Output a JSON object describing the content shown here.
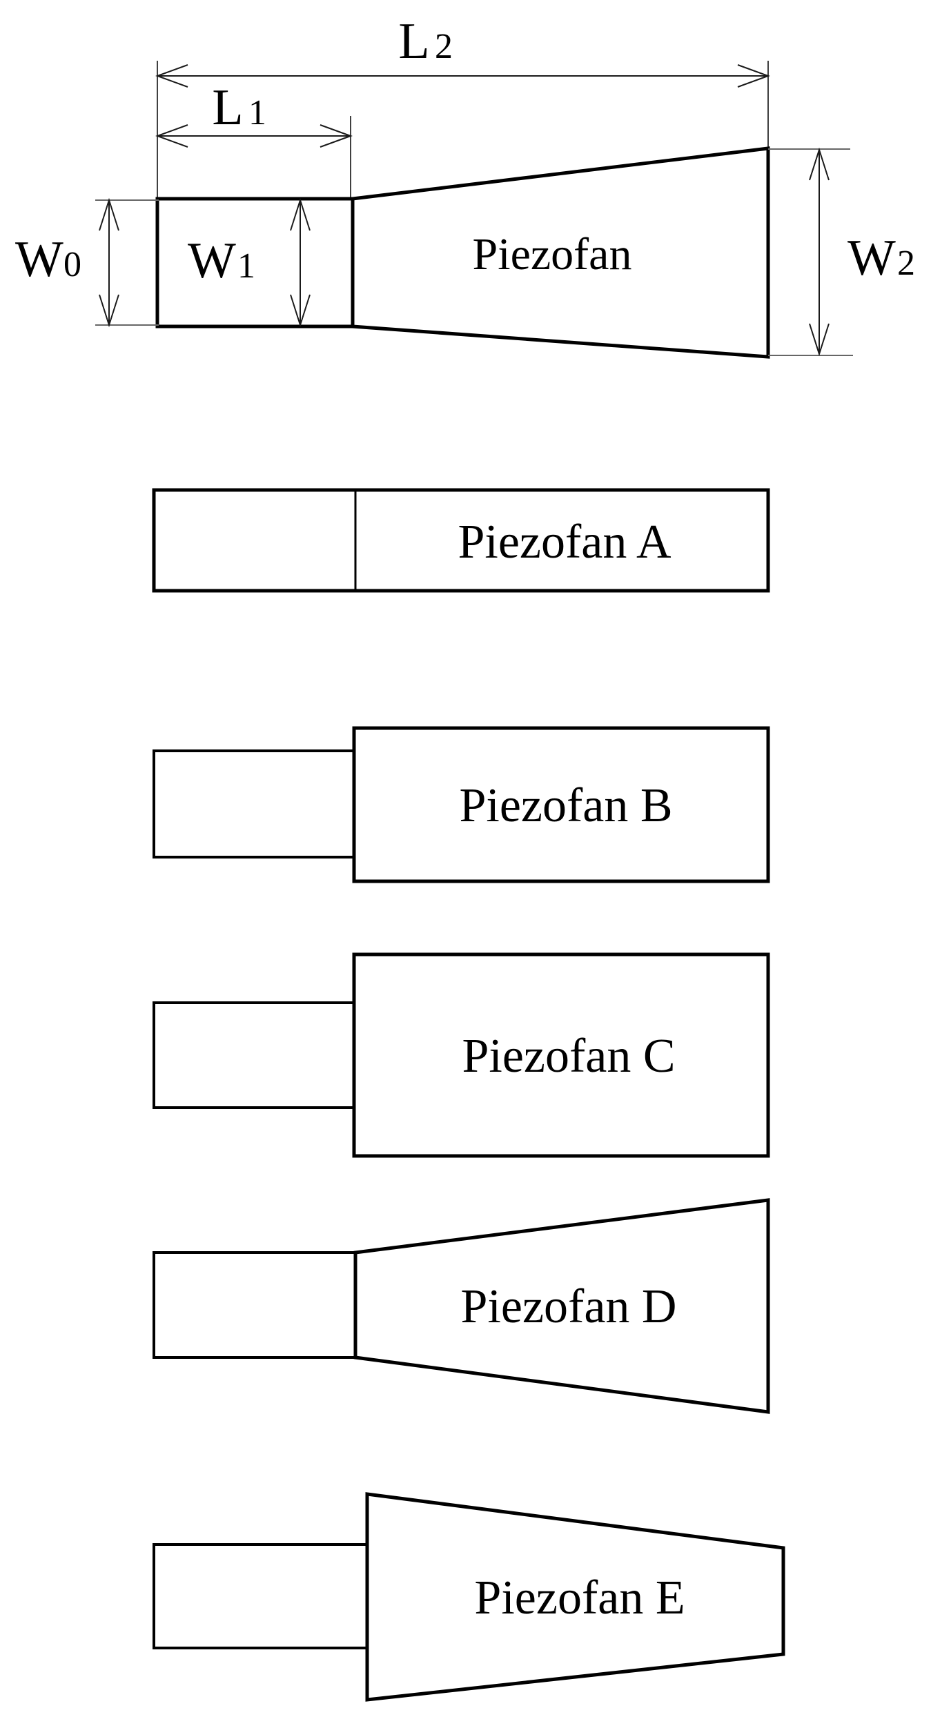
{
  "schematic": {
    "shape_label": "Piezofan",
    "dims": {
      "L1": {
        "main": "L",
        "sub": "1"
      },
      "L2": {
        "main": "L",
        "sub": "2"
      },
      "W0": {
        "main": "W",
        "sub": "0"
      },
      "W1": {
        "main": "W",
        "sub": "1"
      },
      "W2": {
        "main": "W",
        "sub": "2"
      }
    }
  },
  "variants": [
    {
      "label": "Piezofan A"
    },
    {
      "label": "Piezofan B"
    },
    {
      "label": "Piezofan C"
    },
    {
      "label": "Piezofan D"
    },
    {
      "label": "Piezofan E"
    }
  ]
}
